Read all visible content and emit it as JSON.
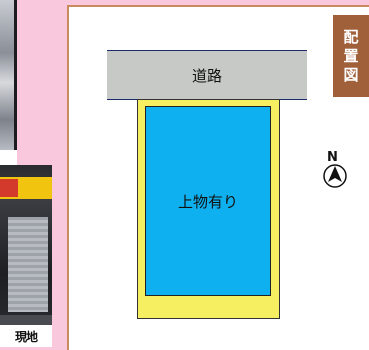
{
  "photo": {
    "caption": "現地"
  },
  "map": {
    "tag_chars": [
      "配",
      "置",
      "図"
    ],
    "road_label": "道路",
    "building_label": "上物有り",
    "north_label": "N"
  },
  "colors": {
    "background": "#f9c8dc",
    "road": "#c6c9c5",
    "lot": "#f6ef62",
    "building": "#0fb0ef",
    "tag": "#a0603a"
  }
}
